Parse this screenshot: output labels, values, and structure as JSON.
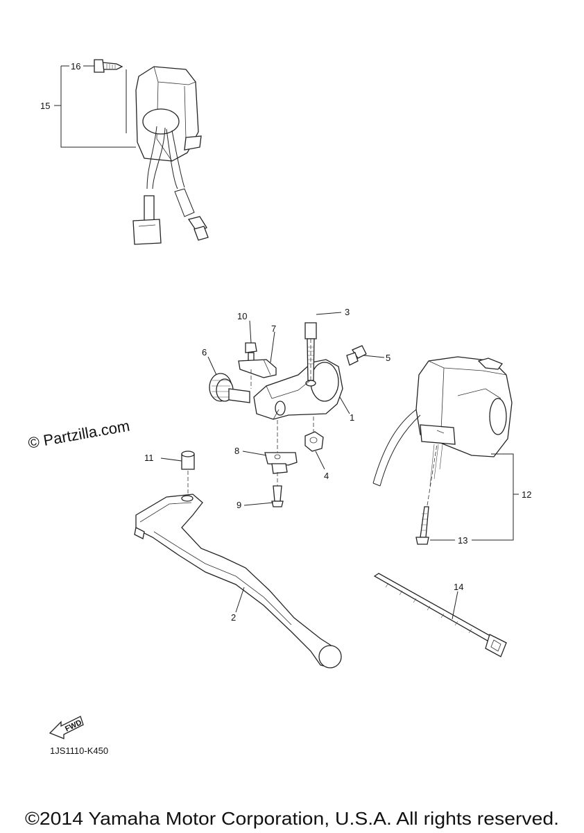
{
  "callouts": {
    "c1": "1",
    "c2": "2",
    "c3": "3",
    "c4": "4",
    "c5": "5",
    "c6": "6",
    "c7": "7",
    "c8": "8",
    "c9": "9",
    "c10": "10",
    "c11": "11",
    "c12": "12",
    "c13": "13",
    "c14": "14",
    "c15": "15",
    "c16": "16"
  },
  "watermark": "© Partzilla.com",
  "fwd_label": "FWD",
  "diagram_code": "1JS1110-K450",
  "copyright": "©2014 Yamaha Motor Corporation, U.S.A. All rights reserved."
}
